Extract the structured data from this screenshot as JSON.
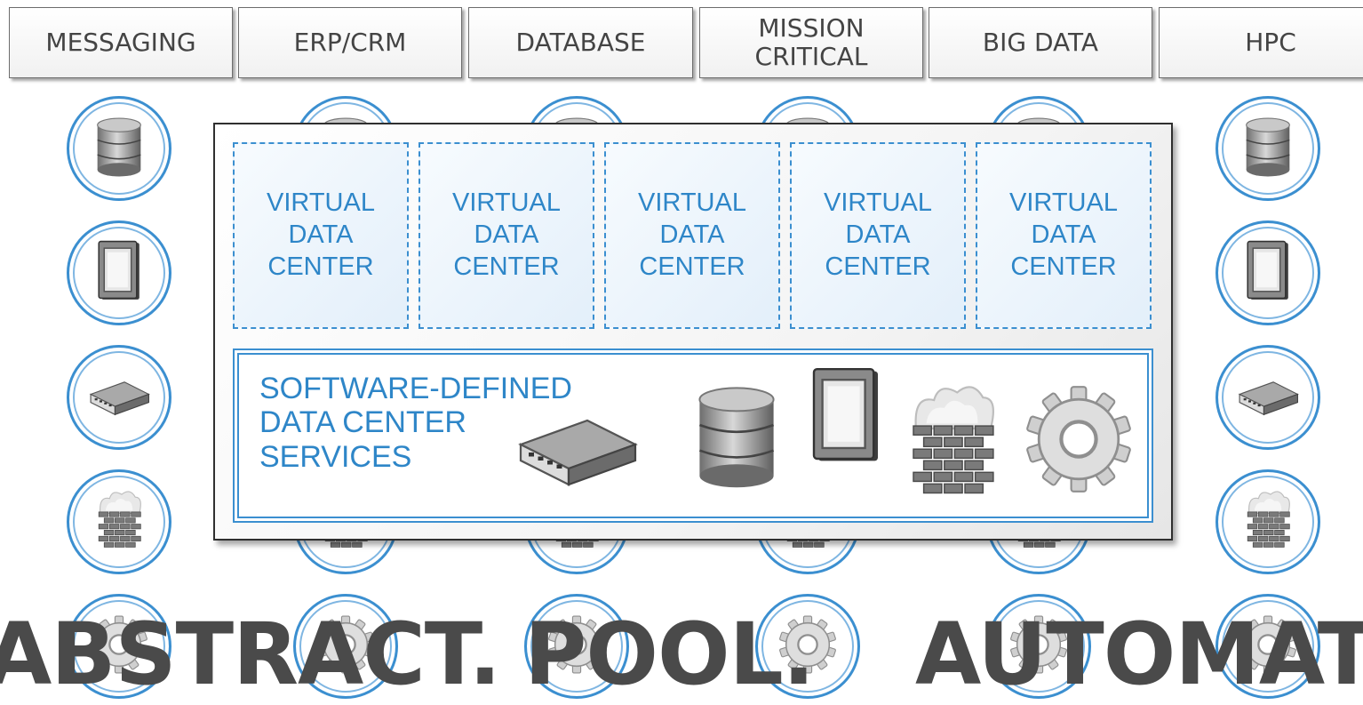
{
  "workloads": [
    "MESSAGING",
    "ERP/CRM",
    "DATABASE",
    "MISSION\nCRITICAL",
    "BIG DATA",
    "HPC"
  ],
  "resource_icons": [
    "database-icon",
    "cpu-chip-icon",
    "network-switch-icon",
    "firewall-icon",
    "gear-icon"
  ],
  "virtual_data_centers": [
    "VIRTUAL\nDATA\nCENTER",
    "VIRTUAL\nDATA\nCENTER",
    "VIRTUAL\nDATA\nCENTER",
    "VIRTUAL\nDATA\nCENTER",
    "VIRTUAL\nDATA\nCENTER"
  ],
  "services_label": "SOFTWARE-DEFINED\nDATA CENTER\nSERVICES",
  "service_icons": [
    "network-switch-icon",
    "database-icon",
    "cpu-chip-icon",
    "firewall-icon",
    "gear-icon"
  ],
  "tagline": [
    "ABSTRACT.",
    "POOL.",
    "AUTOMATE."
  ],
  "colors": {
    "accent_blue": "#2e86c8",
    "circle_blue": "#3b8fd0",
    "tagline_gray": "#4a4a4a"
  }
}
